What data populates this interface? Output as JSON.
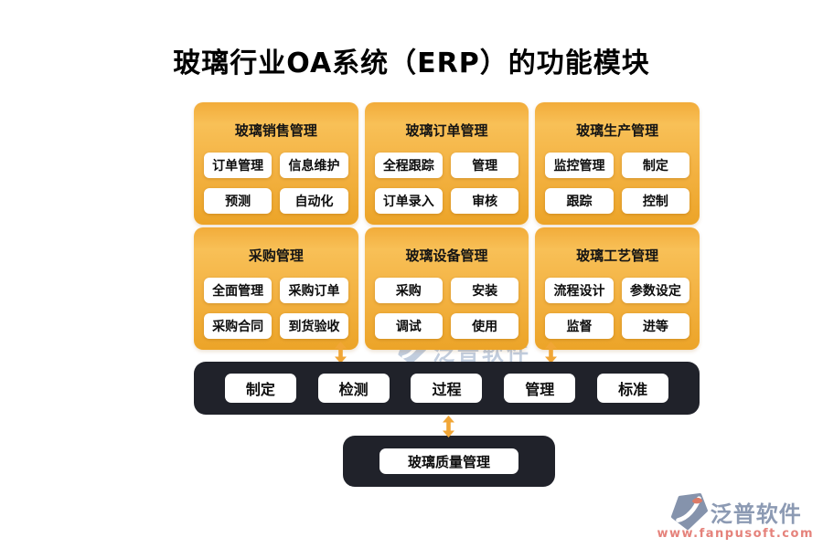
{
  "title": "玻璃行业OA系统（ERP）的功能模块",
  "panels": [
    {
      "header": "玻璃销售管理",
      "items": [
        "订单管理",
        "信息维护",
        "预测",
        "自动化"
      ]
    },
    {
      "header": "玻璃订单管理",
      "items": [
        "全程跟踪",
        "管理",
        "订单录入",
        "审核"
      ]
    },
    {
      "header": "玻璃生产管理",
      "items": [
        "监控管理",
        "制定",
        "跟踪",
        "控制"
      ]
    },
    {
      "header": "采购管理",
      "items": [
        "全面管理",
        "采购订单",
        "采购合同",
        "到货验收"
      ]
    },
    {
      "header": "玻璃设备管理",
      "items": [
        "采购",
        "安装",
        "调试",
        "使用"
      ]
    },
    {
      "header": "玻璃工艺管理",
      "items": [
        "流程设计",
        "参数设定",
        "监督",
        "进等"
      ]
    }
  ],
  "process_bar": {
    "items": [
      "制定",
      "检测",
      "过程",
      "管理",
      "标准"
    ]
  },
  "bottom_box": {
    "label": "玻璃质量管理"
  },
  "watermark": {
    "text": "泛普软件"
  },
  "brand": {
    "name": "泛普软件",
    "url": "www.fanpusoft.com"
  },
  "colors": {
    "panel_top": "#F8C057",
    "panel_bottom": "#ECA428",
    "dark_bar": "#20222A",
    "arrow_orange": "#F1A636",
    "watermark_blue": "#8FA5C4",
    "brand_blue": "#8C9AB3",
    "brand_salmon": "#E5827B"
  }
}
